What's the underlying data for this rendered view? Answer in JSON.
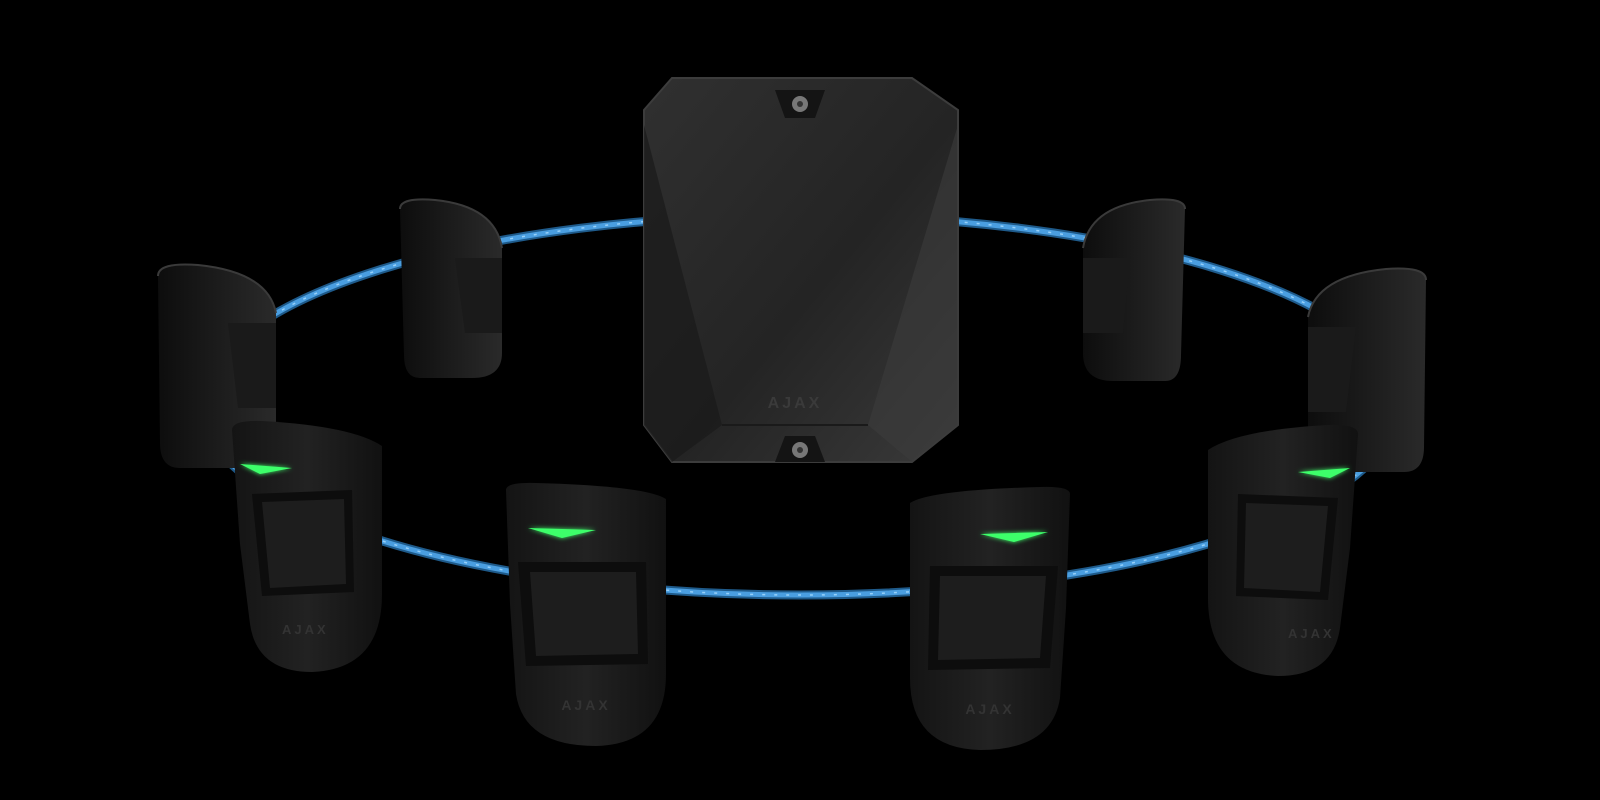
{
  "scene": {
    "description_alt": "",
    "brand": "AJAX",
    "colors": {
      "background": "#000000",
      "device_body": "#1b1b1b",
      "hub_body": "#262626",
      "bus_cable": "#3f8fd1",
      "bus_cable_glow": "#8fd0ff",
      "led_indicator": "#3dff6a"
    },
    "hub": {
      "name": "hub-module",
      "label": "AJAX"
    },
    "detectors": [
      {
        "id": "front-left",
        "label": "AJAX",
        "led": true
      },
      {
        "id": "front-center-left",
        "label": "AJAX",
        "led": true
      },
      {
        "id": "front-center-right",
        "label": "AJAX",
        "led": true
      },
      {
        "id": "front-right",
        "label": "AJAX",
        "led": true
      },
      {
        "id": "back-far-left",
        "label": "",
        "led": false
      },
      {
        "id": "back-left",
        "label": "",
        "led": false
      },
      {
        "id": "back-right",
        "label": "",
        "led": false
      },
      {
        "id": "back-far-right",
        "label": "",
        "led": false
      }
    ]
  }
}
